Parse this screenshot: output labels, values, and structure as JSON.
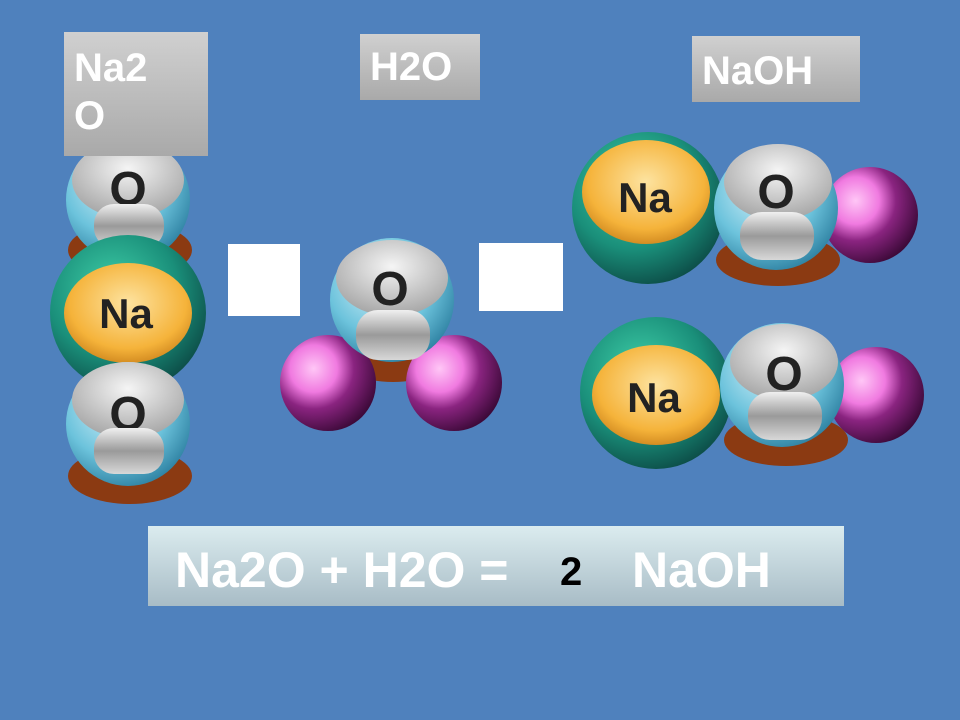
{
  "labels": {
    "na2o": "Na2\nO",
    "h2o": "H2O",
    "naoh": "NaOH"
  },
  "atoms": {
    "sodium": "Na",
    "oxygen": "O"
  },
  "equation": {
    "left": "Na2O + H2O =",
    "coefficient": "2",
    "right": "NaOH"
  },
  "colors": {
    "background": "#4f81bd",
    "sodium_core": "#f5b33a",
    "sodium_shell": "#1a8f7a",
    "oxygen_shell": "#8fd3e8",
    "oxygen_base": "#8b3a12",
    "hydrogen": "#7a1a6e",
    "hydrogen_highlight": "#f07ae0"
  }
}
